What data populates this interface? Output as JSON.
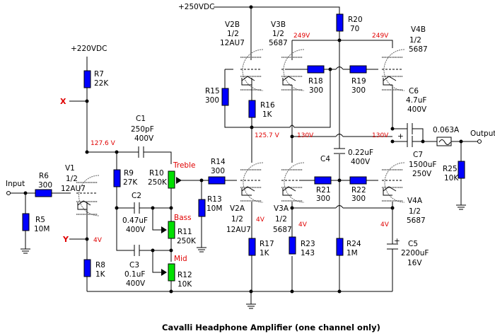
{
  "title": "Cavalli Headphone Amplifier (one channel only)",
  "supplies": {
    "v220": "+220VDC",
    "v250": "+250VDC"
  },
  "terminals": {
    "input": "Input",
    "output": "Output",
    "x": "X",
    "y": "Y"
  },
  "controls": {
    "treble": "Treble",
    "bass": "Bass",
    "mid": "Mid"
  },
  "voltages": {
    "v1_plate": "127.6 V",
    "v1_cathode": "4V",
    "v2_junction": "125.7 V",
    "v3a_plate": "130V",
    "v4a_plate": "130V",
    "v3b_plate": "249V",
    "v4b_plate": "249V",
    "v2a_cathode": "4V",
    "v3a_cathode": "4V",
    "v4a_cathode": "4V"
  },
  "tubes": [
    {
      "ref": "V1",
      "half": "1/2",
      "type": "12AU7"
    },
    {
      "ref": "V2A",
      "half": "1/2",
      "type": "12AU7"
    },
    {
      "ref": "V2B",
      "half": "1/2",
      "type": "12AU7"
    },
    {
      "ref": "V3A",
      "half": "1/2",
      "type": "5687"
    },
    {
      "ref": "V3B",
      "half": "1/2",
      "type": "5687"
    },
    {
      "ref": "V4A",
      "half": "1/2",
      "type": "5687"
    },
    {
      "ref": "V4B",
      "half": "1/2",
      "type": "5687"
    }
  ],
  "resistors": {
    "R5": {
      "ref": "R5",
      "value": "10M"
    },
    "R6": {
      "ref": "R6",
      "value": "300"
    },
    "R7": {
      "ref": "R7",
      "value": "22K"
    },
    "R8": {
      "ref": "R8",
      "value": "1K"
    },
    "R9": {
      "ref": "R9",
      "value": "27K"
    },
    "R10": {
      "ref": "R10",
      "value": "250K"
    },
    "R11": {
      "ref": "R11",
      "value": "250K"
    },
    "R12": {
      "ref": "R12",
      "value": "10K"
    },
    "R13": {
      "ref": "R13",
      "value": "10M"
    },
    "R14": {
      "ref": "R14",
      "value": "300"
    },
    "R15": {
      "ref": "R15",
      "value": "300"
    },
    "R16": {
      "ref": "R16",
      "value": "1K"
    },
    "R17": {
      "ref": "R17",
      "value": "1K"
    },
    "R18": {
      "ref": "R18",
      "value": "300"
    },
    "R19": {
      "ref": "R19",
      "value": "300"
    },
    "R20": {
      "ref": "R20",
      "value": "70"
    },
    "R21": {
      "ref": "R21",
      "value": "300"
    },
    "R22": {
      "ref": "R22",
      "value": "300"
    },
    "R23": {
      "ref": "R23",
      "value": "143"
    },
    "R24": {
      "ref": "R24",
      "value": "1M"
    },
    "R25": {
      "ref": "R25",
      "value": "10K"
    }
  },
  "capacitors": {
    "C1": {
      "ref": "C1",
      "value": "250pF",
      "rating": "400V"
    },
    "C2": {
      "ref": "C2",
      "value": "0.47uF",
      "rating": "400V"
    },
    "C3": {
      "ref": "C3",
      "value": "0.1uF",
      "rating": "400V"
    },
    "C4": {
      "ref": "C4",
      "value": "0.22uF",
      "rating": "400V"
    },
    "C5": {
      "ref": "C5",
      "value": "2200uF",
      "rating": "16V"
    },
    "C6": {
      "ref": "C6",
      "value": "4.7uF",
      "rating": "400V"
    },
    "C7": {
      "ref": "C7",
      "value": "1500uF",
      "rating": "250V"
    }
  },
  "fuse": {
    "rating": "0.063A"
  },
  "plus_sign": "+"
}
